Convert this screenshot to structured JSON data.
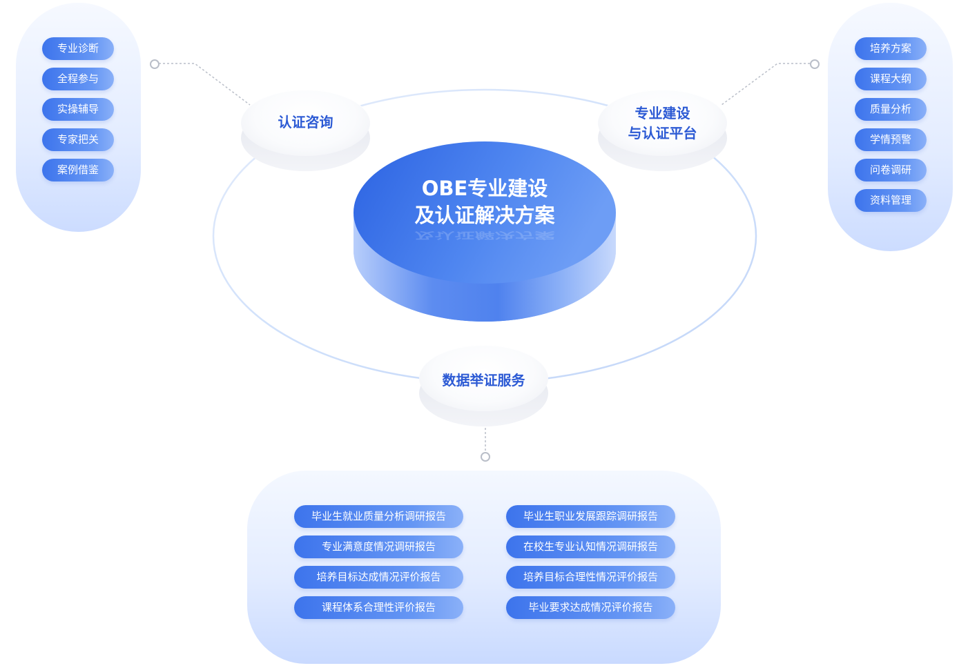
{
  "center": {
    "line1": "OBE专业建设",
    "line2": "及认证解决方案"
  },
  "nodes": {
    "consult": "认证咨询",
    "platform_line1": "专业建设",
    "platform_line2": "与认证平台",
    "evidence": "数据举证服务"
  },
  "left_items": [
    "专业诊断",
    "全程参与",
    "实操辅导",
    "专家把关",
    "案例借鉴"
  ],
  "right_items": [
    "培养方案",
    "课程大纲",
    "质量分析",
    "学情预警",
    "问卷调研",
    "资料管理"
  ],
  "bottom_items_left": [
    "毕业生就业质量分析调研报告",
    "专业满意度情况调研报告",
    "培养目标达成情况评价报告",
    "课程体系合理性评价报告"
  ],
  "bottom_items_right": [
    "毕业生职业发展跟踪调研报告",
    "在校生专业认知情况调研报告",
    "培养目标合理性情况评价报告",
    "毕业要求达成情况评价报告"
  ],
  "colors": {
    "accent": "#2f67e6",
    "node_text": "#2c5ad4",
    "pill_start": "#3d74ec",
    "pill_end": "#8ab0f8",
    "panel_bg": "#e3ecff"
  }
}
